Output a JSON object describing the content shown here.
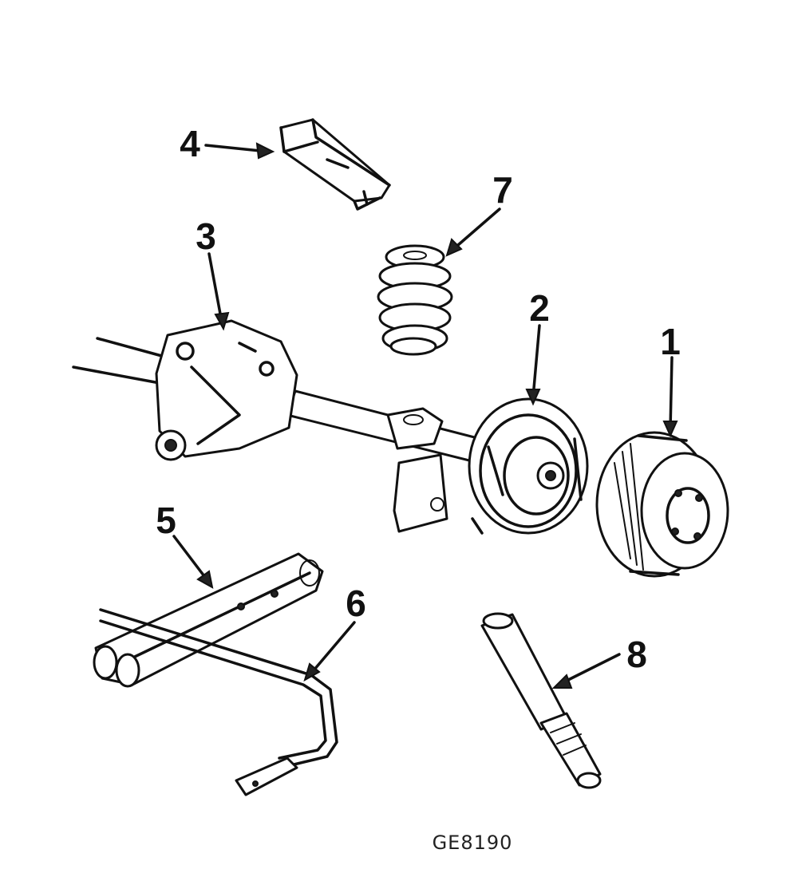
{
  "callouts": [
    {
      "id": "1",
      "label": "1"
    },
    {
      "id": "2",
      "label": "2"
    },
    {
      "id": "3",
      "label": "3"
    },
    {
      "id": "4",
      "label": "4"
    },
    {
      "id": "5",
      "label": "5"
    },
    {
      "id": "6",
      "label": "6"
    },
    {
      "id": "7",
      "label": "7"
    },
    {
      "id": "8",
      "label": "8"
    }
  ],
  "figure_code": "GE8190",
  "colors": {
    "ink": "#111111",
    "background": "#ffffff"
  }
}
